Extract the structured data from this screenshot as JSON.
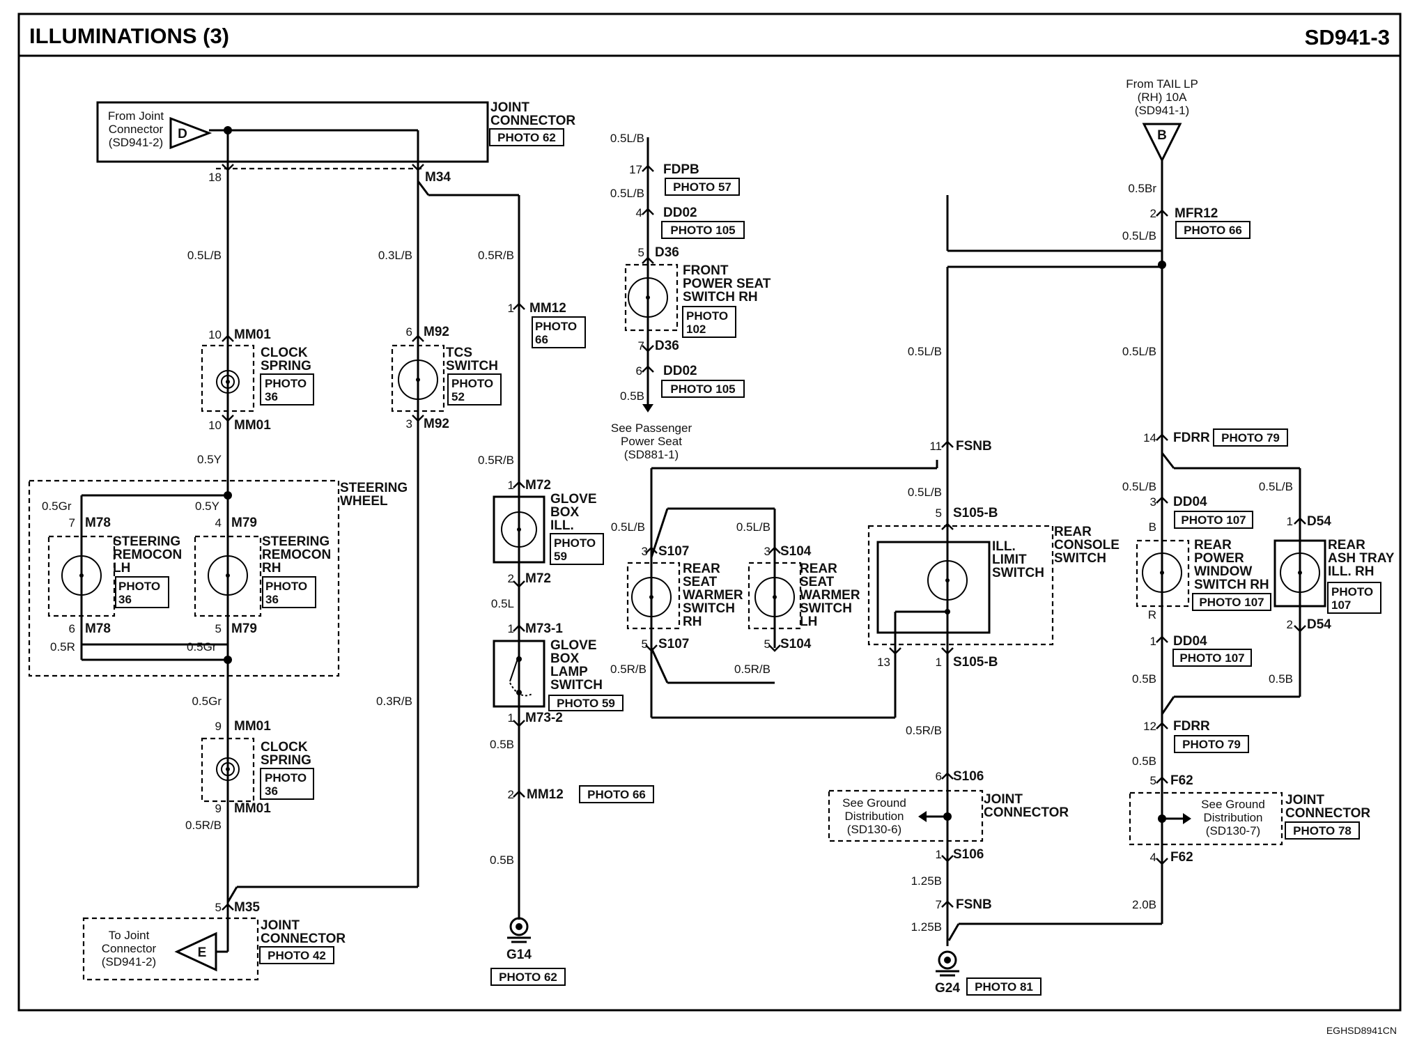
{
  "header": {
    "title": "ILLUMINATIONS (3)",
    "code": "SD941-3"
  },
  "footer_code": "EGHSD8941CN",
  "inputs": {
    "from_joint": [
      "From Joint",
      "Connector",
      "(SD941-2)"
    ],
    "from_joint_letter": "D",
    "to_joint": [
      "To Joint",
      "Connector",
      "(SD941-2)"
    ],
    "to_joint_letter": "E",
    "from_tail": [
      "From TAIL LP",
      "(RH) 10A",
      "(SD941-1)"
    ],
    "from_tail_letter": "B",
    "passenger_seat": [
      "See Passenger",
      "Power Seat",
      "(SD881-1)"
    ],
    "ground_dist_1": [
      "See Ground",
      "Distribution",
      "(SD130-6)"
    ],
    "ground_dist_2": [
      "See Ground",
      "Distribution",
      "(SD130-7)"
    ]
  },
  "components": {
    "joint_connector": "JOINT CONNECTOR",
    "joint_connector_lines": [
      "JOINT",
      "CONNECTOR"
    ],
    "clock_spring": [
      "CLOCK",
      "SPRING"
    ],
    "tcs_switch": [
      "TCS",
      "SWITCH"
    ],
    "steering_wheel": [
      "STEERING",
      "WHEEL"
    ],
    "remocon_lh": [
      "STEERING",
      "REMOCON",
      "LH"
    ],
    "remocon_rh": [
      "STEERING",
      "REMOCON",
      "RH"
    ],
    "glove_box_ill": [
      "GLOVE",
      "BOX",
      "ILL."
    ],
    "glove_box_lamp_switch": [
      "GLOVE",
      "BOX",
      "LAMP",
      "SWITCH"
    ],
    "front_power_seat": [
      "FRONT",
      "POWER SEAT",
      "SWITCH RH"
    ],
    "rear_seat_warmer_rh": [
      "REAR",
      "SEAT",
      "WARMER",
      "SWITCH",
      "RH"
    ],
    "rear_seat_warmer_lh": [
      "REAR",
      "SEAT",
      "WARMER",
      "SWITCH",
      "LH"
    ],
    "ill_limit_switch": [
      "ILL.",
      "LIMIT",
      "SWITCH"
    ],
    "rear_console_switch": [
      "REAR",
      "CONSOLE",
      "SWITCH"
    ],
    "rear_power_window": [
      "REAR",
      "POWER",
      "WINDOW",
      "SWITCH RH"
    ],
    "rear_ash_tray": [
      "REAR",
      "ASH TRAY",
      "ILL. RH"
    ]
  },
  "photos": {
    "p62": "PHOTO 62",
    "p36": [
      "PHOTO",
      "36"
    ],
    "p52": [
      "PHOTO",
      "52"
    ],
    "p66s": [
      "PHOTO",
      "66"
    ],
    "p59": [
      "PHOTO",
      "59"
    ],
    "p59b": "PHOTO 59",
    "p57": "PHOTO 57",
    "p105": "PHOTO 105",
    "p102": [
      "PHOTO",
      "102"
    ],
    "p66": "PHOTO 66",
    "p79": "PHOTO 79",
    "p107": "PHOTO 107",
    "p107s": [
      "PHOTO",
      "107"
    ],
    "p78": "PHOTO 78",
    "p81": "PHOTO 81",
    "p42": "PHOTO 42"
  },
  "connectors": {
    "pin18": "18",
    "m34": "M34",
    "mm01": "MM01",
    "m92": "M92",
    "mm12": "MM12",
    "m78": "M78",
    "m79": "M79",
    "m35": "M35",
    "m72": "M72",
    "m73_1": "M73-1",
    "m73_2": "M73-2",
    "fdpb": "FDPB",
    "dd02": "DD02",
    "d36": "D36",
    "fsnb": "FSNB",
    "s105b": "S105-B",
    "s107": "S107",
    "s104": "S104",
    "s106": "S106",
    "mfr12": "MFR12",
    "fdrr": "FDRR",
    "dd04": "DD04",
    "d54": "D54",
    "f62": "F62",
    "g14": "G14",
    "g24": "G24",
    "n1": "1",
    "n2": "2",
    "n3": "3",
    "n4": "4",
    "n5": "5",
    "n6": "6",
    "n7": "7",
    "n9": "9",
    "n10": "10",
    "n11": "11",
    "n12": "12",
    "n13": "13",
    "n14": "14",
    "n17": "17",
    "b": "B",
    "r": "R"
  },
  "wires": {
    "l_b": "0.5L/B",
    "l_b3": "0.3L/B",
    "r_b": "0.5R/B",
    "r_b3": "0.3R/B",
    "y": "0.5Y",
    "gr": "0.5Gr",
    "r": "0.5R",
    "l": "0.5L",
    "b": "0.5B",
    "br": "0.5Br",
    "b125": "1.25B",
    "b20": "2.0B"
  }
}
